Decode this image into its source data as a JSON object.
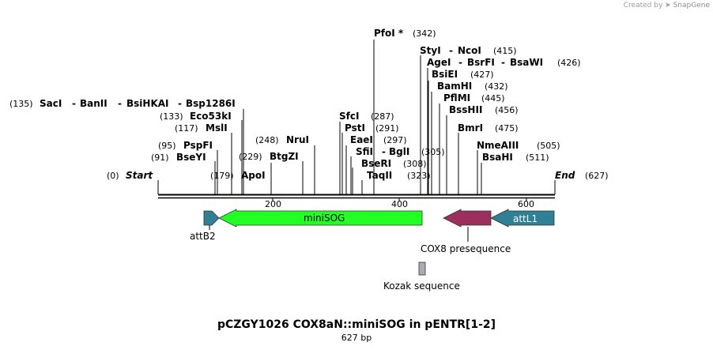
{
  "watermark": {
    "prefix": "Created by",
    "brand": "SnapGene"
  },
  "plasmid": {
    "name": "pCZGY1026 COX8aN::miniSOG in pENTR[1-2]",
    "length_label": "627 bp"
  },
  "ruler": {
    "start_label": "Start",
    "start_pos_label": "(0)",
    "end_label": "End",
    "end_pos_label": "(627)",
    "ticks": [
      "200",
      "400",
      "600"
    ]
  },
  "sites": [
    {
      "id": "sacI-group",
      "segments": [
        "SacI",
        "BanII",
        "BsiHKAI",
        "Bsp1286I"
      ],
      "pos": "(135)"
    },
    {
      "id": "eco53ki",
      "segments": [
        "Eco53kI"
      ],
      "pos": "(133)"
    },
    {
      "id": "msli",
      "segments": [
        "MslI"
      ],
      "pos": "(117)"
    },
    {
      "id": "pspfi",
      "segments": [
        "PspFI"
      ],
      "pos": "(95)"
    },
    {
      "id": "bseyi",
      "segments": [
        "BseYI"
      ],
      "pos": "(91)"
    },
    {
      "id": "apoi",
      "segments": [
        "ApoI"
      ],
      "pos": "(179)"
    },
    {
      "id": "btgzi",
      "segments": [
        "BtgZI"
      ],
      "pos": "(229)"
    },
    {
      "id": "nrui",
      "segments": [
        "NruI"
      ],
      "pos": "(248)"
    },
    {
      "id": "pfoi",
      "segments": [
        "PfoI *"
      ],
      "pos": "(342)"
    },
    {
      "id": "sfci",
      "segments": [
        "SfcI"
      ],
      "pos": "(287)"
    },
    {
      "id": "psti",
      "segments": [
        "PstI"
      ],
      "pos": "(291)"
    },
    {
      "id": "eaei",
      "segments": [
        "EaeI"
      ],
      "pos": "(297)"
    },
    {
      "id": "sfii-group",
      "segments": [
        "SfiI",
        "BglI"
      ],
      "pos": "(305)"
    },
    {
      "id": "bseri",
      "segments": [
        "BseRI"
      ],
      "pos": "(308)"
    },
    {
      "id": "taqii",
      "segments": [
        "TaqII"
      ],
      "pos": "(323)"
    },
    {
      "id": "styi-group",
      "segments": [
        "StyI",
        "NcoI"
      ],
      "pos": "(415)"
    },
    {
      "id": "agei-group",
      "segments": [
        "AgeI",
        "BsrFI",
        "BsaWI"
      ],
      "pos": "(426)"
    },
    {
      "id": "bsiei",
      "segments": [
        "BsiEI"
      ],
      "pos": "(427)"
    },
    {
      "id": "bamhi",
      "segments": [
        "BamHI"
      ],
      "pos": "(432)"
    },
    {
      "id": "pflmi",
      "segments": [
        "PflMI"
      ],
      "pos": "(445)"
    },
    {
      "id": "bsshii",
      "segments": [
        "BssHII"
      ],
      "pos": "(456)"
    },
    {
      "id": "bmri",
      "segments": [
        "BmrI"
      ],
      "pos": "(475)"
    },
    {
      "id": "nmeaiii",
      "segments": [
        "NmeAIII"
      ],
      "pos": "(505)"
    },
    {
      "id": "bsahi",
      "segments": [
        "BsaHI"
      ],
      "pos": "(511)"
    }
  ],
  "features": [
    {
      "name": "miniSOG",
      "color": "#21ff24",
      "direction": "reverse"
    },
    {
      "name": "attB2",
      "color": "#2f7f95",
      "direction": "forward"
    },
    {
      "name": "COX8 presequence",
      "color": "#9b2f5d",
      "direction": "reverse"
    },
    {
      "name": "attL1",
      "color": "#2f7f95",
      "direction": "reverse"
    },
    {
      "name": "Kozak sequence",
      "color": "#a9acb5",
      "direction": "none"
    }
  ]
}
